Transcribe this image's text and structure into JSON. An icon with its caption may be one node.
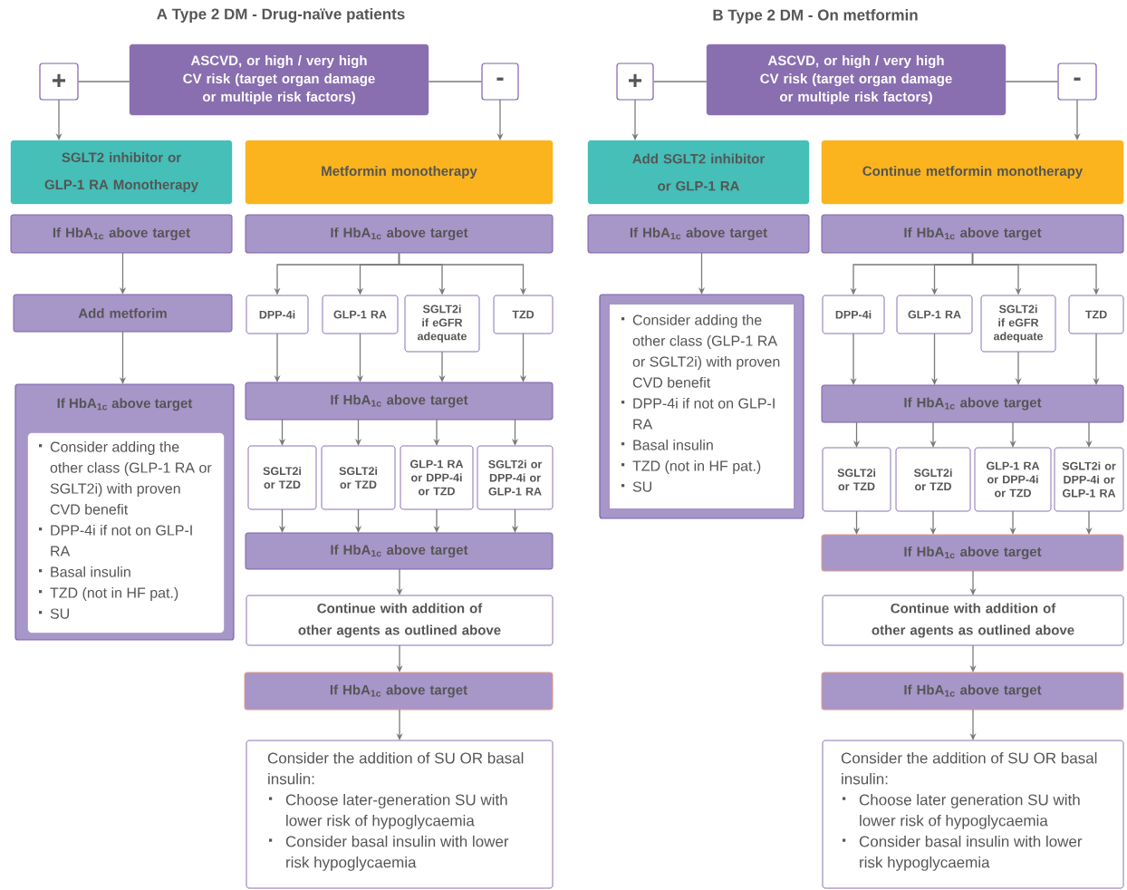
{
  "diagram": {
    "labels": [
      "A Type 2 DM - Drug-naïve patients",
      "B Type 2 DM - On metformin"
    ],
    "nodes": [
      {
        "text": [
          "ASCVD, or high / very high CV risk (target organ damage or multiple risk factors)"
        ]
      },
      {
        "text": [
          "+"
        ]
      },
      {
        "text": [
          "-"
        ]
      },
      {
        "text": [
          "SGLT2 inhibitor or GLP-1 RA Monotherapy"
        ]
      },
      {
        "text": [
          "Metformin monotherapy"
        ]
      },
      {
        "text": [
          "If HbA$_{1c}$ above target"
        ]
      },
      {
        "text": [
          "If HbA$_{1c}$ above target"
        ]
      },
      {
        "text": [
          "Add metforim"
        ]
      },
      {
        "text": [
          "If HbA$_{1c}$ above target"
        ]
      },
      {
        "text": [
          "Consider adding the other class (GLP-1 RA or SGLT2i) with proven CVD benefit",
          "DPP-4i if not on GLP-I RA",
          "Basal insulin",
          "TZD (not in HF pat.)",
          "SU"
        ],
        "in": 8
      },
      {
        "text": [
          "DPP-4i"
        ]
      },
      {
        "text": [
          "GLP-1 RA"
        ]
      },
      {
        "text": [
          "SGLT2i if eGFR adequate"
        ]
      },
      {
        "text": [
          "TZD"
        ]
      },
      {
        "text": [
          "If HbA$_{1c}$ above target"
        ]
      },
      {
        "text": [
          "SGLT2i or TZD"
        ]
      },
      {
        "text": [
          "SGLT2i or TZD"
        ]
      },
      {
        "text": [
          "GLP-1 RA or DPP-4i or TZD"
        ]
      },
      {
        "text": [
          "SGLT2i or DPP-4i or GLP-1 RA"
        ]
      },
      {
        "text": [
          "If HbA$_{1c}$ above target"
        ]
      },
      {
        "text": [
          "Continue with addition of other agents as outlined above"
        ]
      },
      {
        "text": [
          "If HbA$_{1c}$ above target"
        ]
      },
      {
        "text": [
          "Consider the addition of SU OR basal insulin:",
          "Choose later-generation SU with lower risk of hypoglycaemia",
          "Consider basal insulin with lower risk hypoglycaemia"
        ]
      },
      {
        "text": [
          "ASCVD, or high / very high CV risk (target organ damage or multiple risk factors)"
        ]
      },
      {
        "text": [
          "+"
        ]
      },
      {
        "text": [
          "-"
        ]
      },
      {
        "text": [
          "Add SGLT2 inhibitor or GLP-1 RA"
        ]
      },
      {
        "text": [
          "Continue metformin monotherapy"
        ]
      },
      {
        "text": [
          "If HbA$_{1c}$ above target"
        ]
      },
      {
        "text": [
          "If HbA$_{1c}$ above target"
        ]
      },
      {
        "text": [
          "Consider adding the other class (GLP-1 RA or SGLT2i) with proven CVD benefit",
          "DPP-4i if not on GLP-I RA",
          "Basal insulin",
          "TZD (not in HF pat.)",
          "SU"
        ]
      },
      {
        "text": [
          "DPP-4i"
        ]
      },
      {
        "text": [
          "GLP-1 RA"
        ]
      },
      {
        "text": [
          "SGLT2i if eGFR adequate"
        ]
      },
      {
        "text": [
          "TZD"
        ]
      },
      {
        "text": [
          "If HbA$_{1c}$ above target"
        ]
      },
      {
        "text": [
          "SGLT2i or TZD"
        ]
      },
      {
        "text": [
          "SGLT2i or TZD"
        ]
      },
      {
        "text": [
          "GLP-1 RA or DPP-4i or TZD"
        ]
      },
      {
        "text": [
          "SGLT2i or DPP-4i or GLP-1 RA"
        ]
      },
      {
        "text": [
          "If HbA$_{1c}$ above target"
        ]
      },
      {
        "text": [
          "Continue with addition of other agents as outlined above"
        ]
      },
      {
        "text": [
          "If HbA$_{1c}$ above target"
        ]
      },
      {
        "text": [
          "Consider the addition of SU OR basal insulin:",
          "Choose later generation SU with lower risk of hypoglycaemia",
          "Consider basal insulin with lower risk hypoglycaemia"
        ]
      }
    ],
    "edges": [
      {
        "from": 0,
        "to": 1,
        "arrow": "none"
      },
      {
        "from": 0,
        "to": 2,
        "arrow": "none"
      },
      {
        "from": 1,
        "to": 3,
        "arrow": "to"
      },
      {
        "from": 2,
        "to": 4,
        "arrow": "to"
      },
      {
        "from": 5,
        "to": 7,
        "arrow": "to"
      },
      {
        "from": 7,
        "to": 8,
        "arrow": "to"
      },
      {
        "from": 6,
        "to": 10,
        "arrow": "to"
      },
      {
        "from": 6,
        "to": 11,
        "arrow": "to"
      },
      {
        "from": 6,
        "to": 12,
        "arrow": "to"
      },
      {
        "from": 6,
        "to": 13,
        "arrow": "to"
      },
      {
        "from": 10,
        "to": 14,
        "arrow": "to"
      },
      {
        "from": 11,
        "to": 14,
        "arrow": "to"
      },
      {
        "from": 12,
        "to": 14,
        "arrow": "to"
      },
      {
        "from": 13,
        "to": 14,
        "arrow": "to"
      },
      {
        "from": 14,
        "to": 15,
        "arrow": "to"
      },
      {
        "from": 14,
        "to": 16,
        "arrow": "to"
      },
      {
        "from": 14,
        "to": 17,
        "arrow": "to"
      },
      {
        "from": 14,
        "to": 18,
        "arrow": "to"
      },
      {
        "from": 15,
        "to": 19,
        "arrow": "to"
      },
      {
        "from": 16,
        "to": 19,
        "arrow": "to"
      },
      {
        "from": 17,
        "to": 19,
        "arrow": "to"
      },
      {
        "from": 18,
        "to": 19,
        "arrow": "to"
      },
      {
        "from": 19,
        "to": 20,
        "arrow": "to"
      },
      {
        "from": 20,
        "to": 21,
        "arrow": "to"
      },
      {
        "from": 21,
        "to": 22,
        "arrow": "to"
      },
      {
        "from": 23,
        "to": 24,
        "arrow": "none"
      },
      {
        "from": 23,
        "to": 25,
        "arrow": "none"
      },
      {
        "from": 24,
        "to": 26,
        "arrow": "to"
      },
      {
        "from": 25,
        "to": 27,
        "arrow": "to"
      },
      {
        "from": 28,
        "to": 30,
        "arrow": "to"
      },
      {
        "from": 29,
        "to": 31,
        "arrow": "to"
      },
      {
        "from": 29,
        "to": 32,
        "arrow": "to"
      },
      {
        "from": 29,
        "to": 33,
        "arrow": "to"
      },
      {
        "from": 29,
        "to": 34,
        "arrow": "to"
      },
      {
        "from": 31,
        "to": 35,
        "arrow": "to"
      },
      {
        "from": 32,
        "to": 35,
        "arrow": "to"
      },
      {
        "from": 33,
        "to": 35,
        "arrow": "to"
      },
      {
        "from": 34,
        "to": 35,
        "arrow": "to"
      },
      {
        "from": 35,
        "to": 36,
        "arrow": "to"
      },
      {
        "from": 35,
        "to": 37,
        "arrow": "to"
      },
      {
        "from": 35,
        "to": 38,
        "arrow": "to"
      },
      {
        "from": 35,
        "to": 39,
        "arrow": "to"
      },
      {
        "from": 36,
        "to": 40,
        "arrow": "to"
      },
      {
        "from": 37,
        "to": 40,
        "arrow": "to"
      },
      {
        "from": 38,
        "to": 40,
        "arrow": "to"
      },
      {
        "from": 39,
        "to": 40,
        "arrow": "to"
      },
      {
        "from": 40,
        "to": 41,
        "arrow": "to"
      },
      {
        "from": 41,
        "to": 42,
        "arrow": "to"
      },
      {
        "from": 42,
        "to": 43,
        "arrow": "to"
      }
    ]
  }
}
